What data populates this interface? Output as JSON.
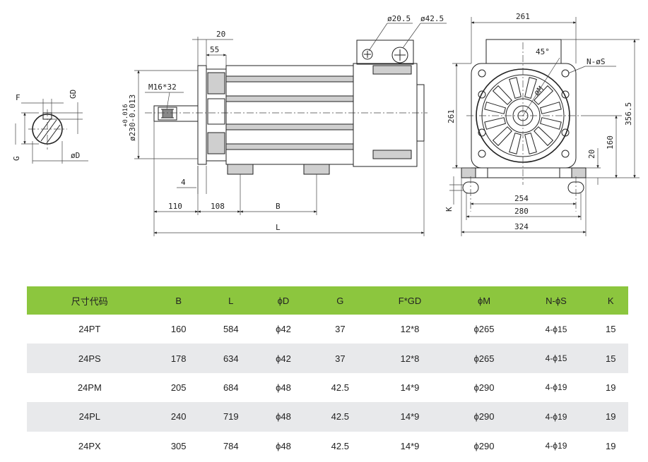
{
  "drawing": {
    "key_labels": {
      "F": "F",
      "GD": "GD",
      "G": "G",
      "D": "øD"
    },
    "side_labels": {
      "dim_20": "20",
      "dim_55": "55",
      "thread": "M16*32",
      "tol_upper": "+0.016",
      "shaft_dia": "ø230-0.013",
      "dim_4": "4",
      "dim_110": "110",
      "dim_108": "108",
      "dim_B": "B",
      "dim_L": "L",
      "hole_a": "ø20.5",
      "hole_b": "ø42.5"
    },
    "front_labels": {
      "width_top": "261",
      "angle": "45°",
      "holes": "N-øS",
      "pcd": "øM",
      "height_left": "261",
      "height_total": "356.5",
      "center_h": "160",
      "foot_h": "20",
      "k": "K",
      "w254": "254",
      "w280": "280",
      "w324": "324"
    }
  },
  "table": {
    "headers": [
      "尺寸代码",
      "B",
      "L",
      "ϕD",
      "G",
      "F*GD",
      "ϕM",
      "N-ϕS",
      "K"
    ],
    "rows": [
      [
        "24PT",
        "160",
        "584",
        "ϕ42",
        "37",
        "12*8",
        "ϕ265",
        "4-ϕ15",
        "15"
      ],
      [
        "24PS",
        "178",
        "634",
        "ϕ42",
        "37",
        "12*8",
        "ϕ265",
        "4-ϕ15",
        "15"
      ],
      [
        "24PM",
        "205",
        "684",
        "ϕ48",
        "42.5",
        "14*9",
        "ϕ290",
        "4-ϕ19",
        "19"
      ],
      [
        "24PL",
        "240",
        "719",
        "ϕ48",
        "42.5",
        "14*9",
        "ϕ290",
        "4-ϕ19",
        "19"
      ],
      [
        "24PX",
        "305",
        "784",
        "ϕ48",
        "42.5",
        "14*9",
        "ϕ290",
        "4-ϕ19",
        "19"
      ]
    ]
  }
}
